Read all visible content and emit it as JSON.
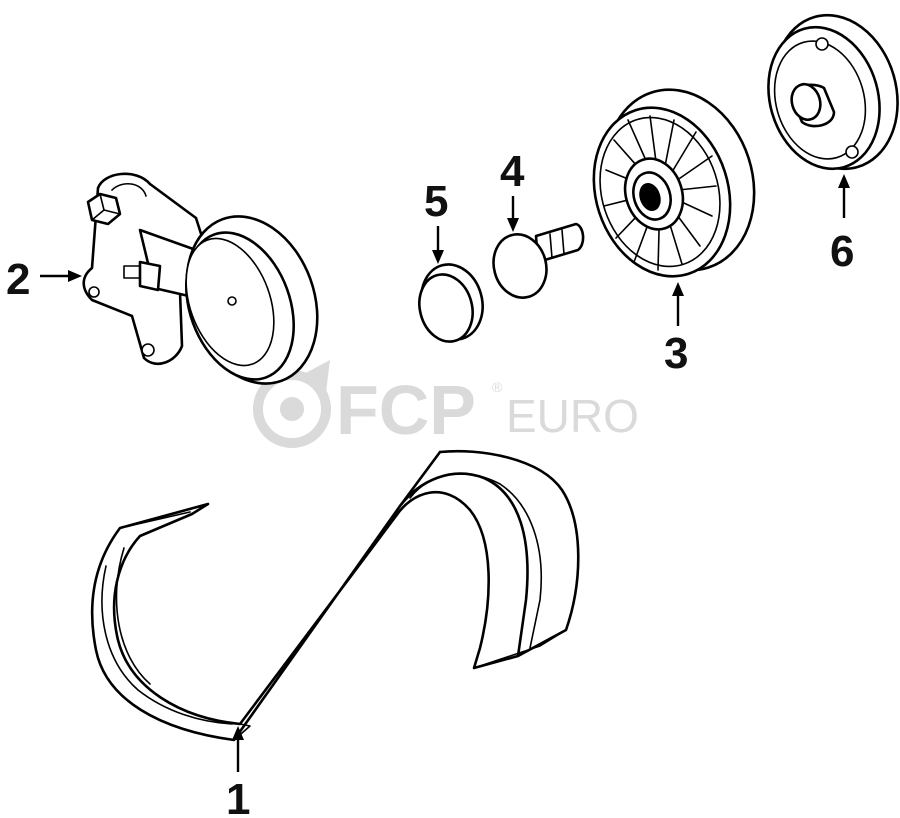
{
  "callouts": {
    "belt": "1",
    "tensioner": "2",
    "idler_pulley": "3",
    "bolt": "4",
    "cap": "5",
    "pulley": "6"
  },
  "watermark": {
    "brand": "FCP",
    "suffix": "EURO",
    "registered": "®"
  },
  "colors": {
    "ink": "#000000",
    "watermark": "#d6d6d6",
    "background": "#ffffff"
  }
}
